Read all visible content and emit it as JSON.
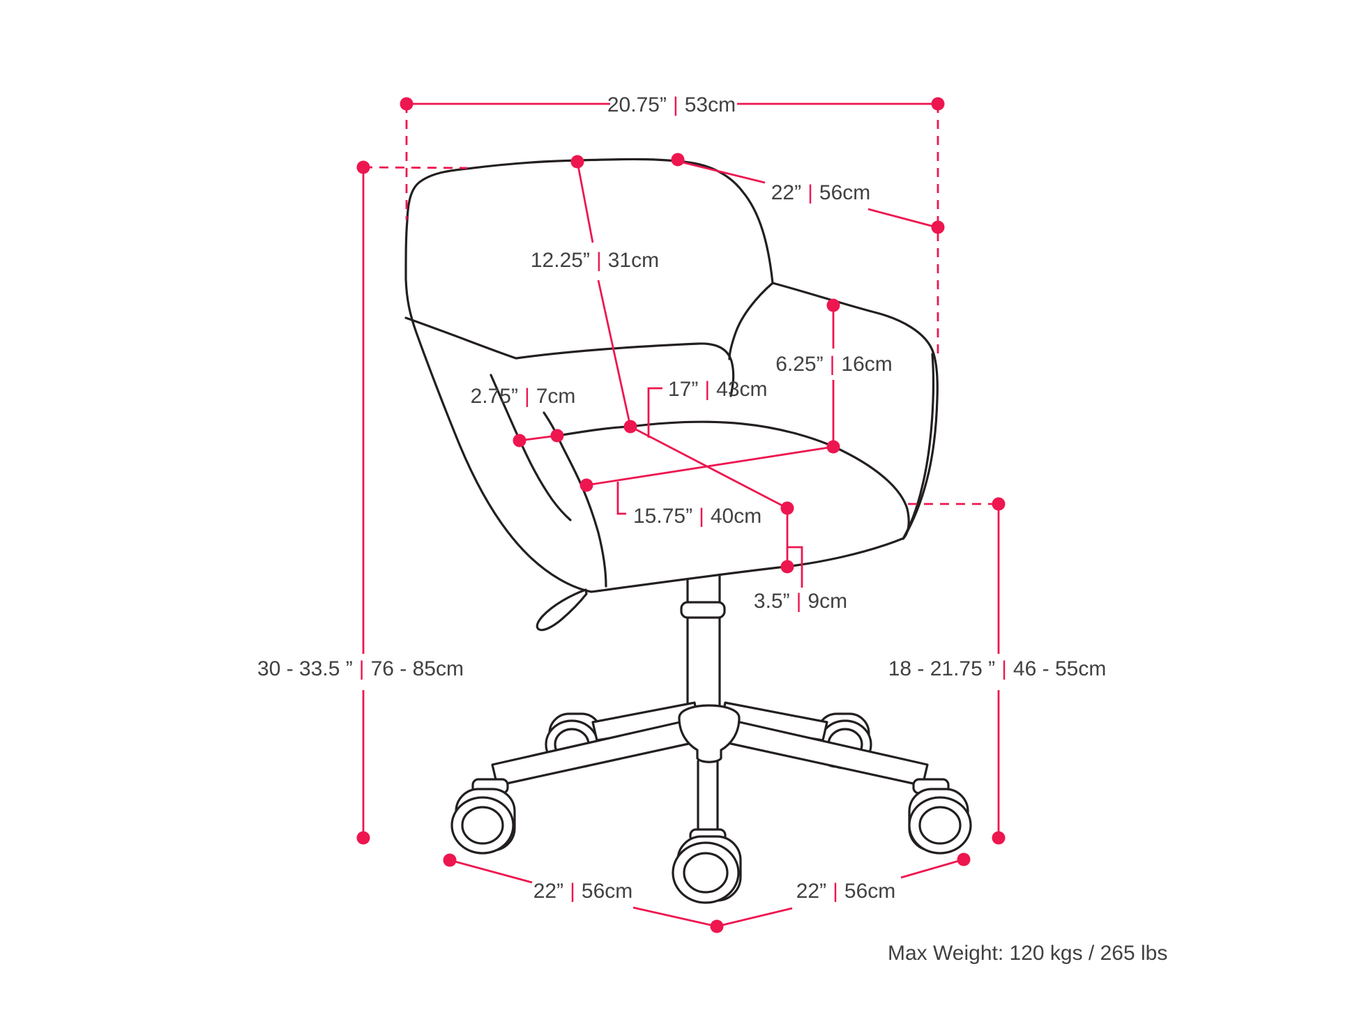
{
  "diagram_title": "Office chair dimension diagram",
  "accent_color": "#ed164f",
  "line_color": "#231f20",
  "sep": "|",
  "measurements": {
    "top_width": {
      "in": "20.75”",
      "cm": "53cm"
    },
    "back_width": {
      "in": "22”",
      "cm": "56cm"
    },
    "backrest_height": {
      "in": "12.25”",
      "cm": "31cm"
    },
    "armrest_height": {
      "in": "6.25”",
      "cm": "16cm"
    },
    "armrest_width": {
      "in": "2.75”",
      "cm": "7cm"
    },
    "seat_depth": {
      "in": "17”",
      "cm": "43cm"
    },
    "seat_width": {
      "in": "15.75”",
      "cm": "40cm"
    },
    "seat_thickness": {
      "in": "3.5”",
      "cm": "9cm"
    },
    "overall_height": {
      "in": "30 - 33.5 ”",
      "cm": "76 - 85cm"
    },
    "seat_height": {
      "in": "18 - 21.75 ”",
      "cm": "46 - 55cm"
    },
    "base_width_left": {
      "in": "22”",
      "cm": "56cm"
    },
    "base_width_right": {
      "in": "22”",
      "cm": "56cm"
    }
  },
  "footnote": "Max Weight: 120 kgs / 265 lbs"
}
